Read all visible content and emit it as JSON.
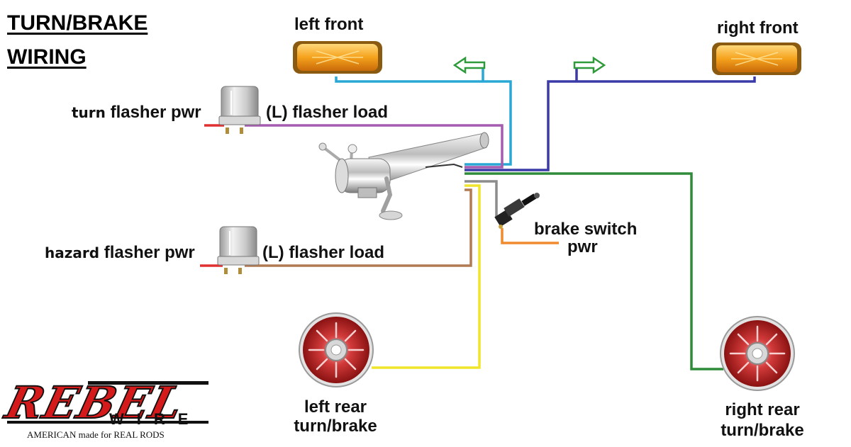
{
  "title": {
    "line1": "TURN/BRAKE",
    "line2": "WIRING"
  },
  "labels": {
    "left_front": "left front",
    "right_front": "right front",
    "turn_prefix": "turn",
    "flasher_pwr": "flasher pwr",
    "flasher_load": "(L) flasher load",
    "hazard_prefix": "hazard",
    "brake_switch": "brake switch",
    "brake_switch_pwr": "pwr",
    "left_rear_1": "left rear",
    "left_rear_2": "turn/brake",
    "right_rear_1": "right rear",
    "right_rear_2": "turn/brake"
  },
  "logo": {
    "brand": "REBEL",
    "word": "WIRE",
    "tagline": "AMERICAN made for REAL RODS"
  },
  "wire_colors": {
    "left_front": "#29a8d6",
    "right_front": "#3a3aa8",
    "turn_flasher_load": "#a45bb0",
    "hazard_flasher_load": "#b07a52",
    "right_rear": "#2e8b3a",
    "left_rear": "#f0e52a",
    "brake_switch": "#8c8c8c",
    "brake_switch_pwr": "#f08a2c",
    "flasher_pwr": "#e03030"
  }
}
